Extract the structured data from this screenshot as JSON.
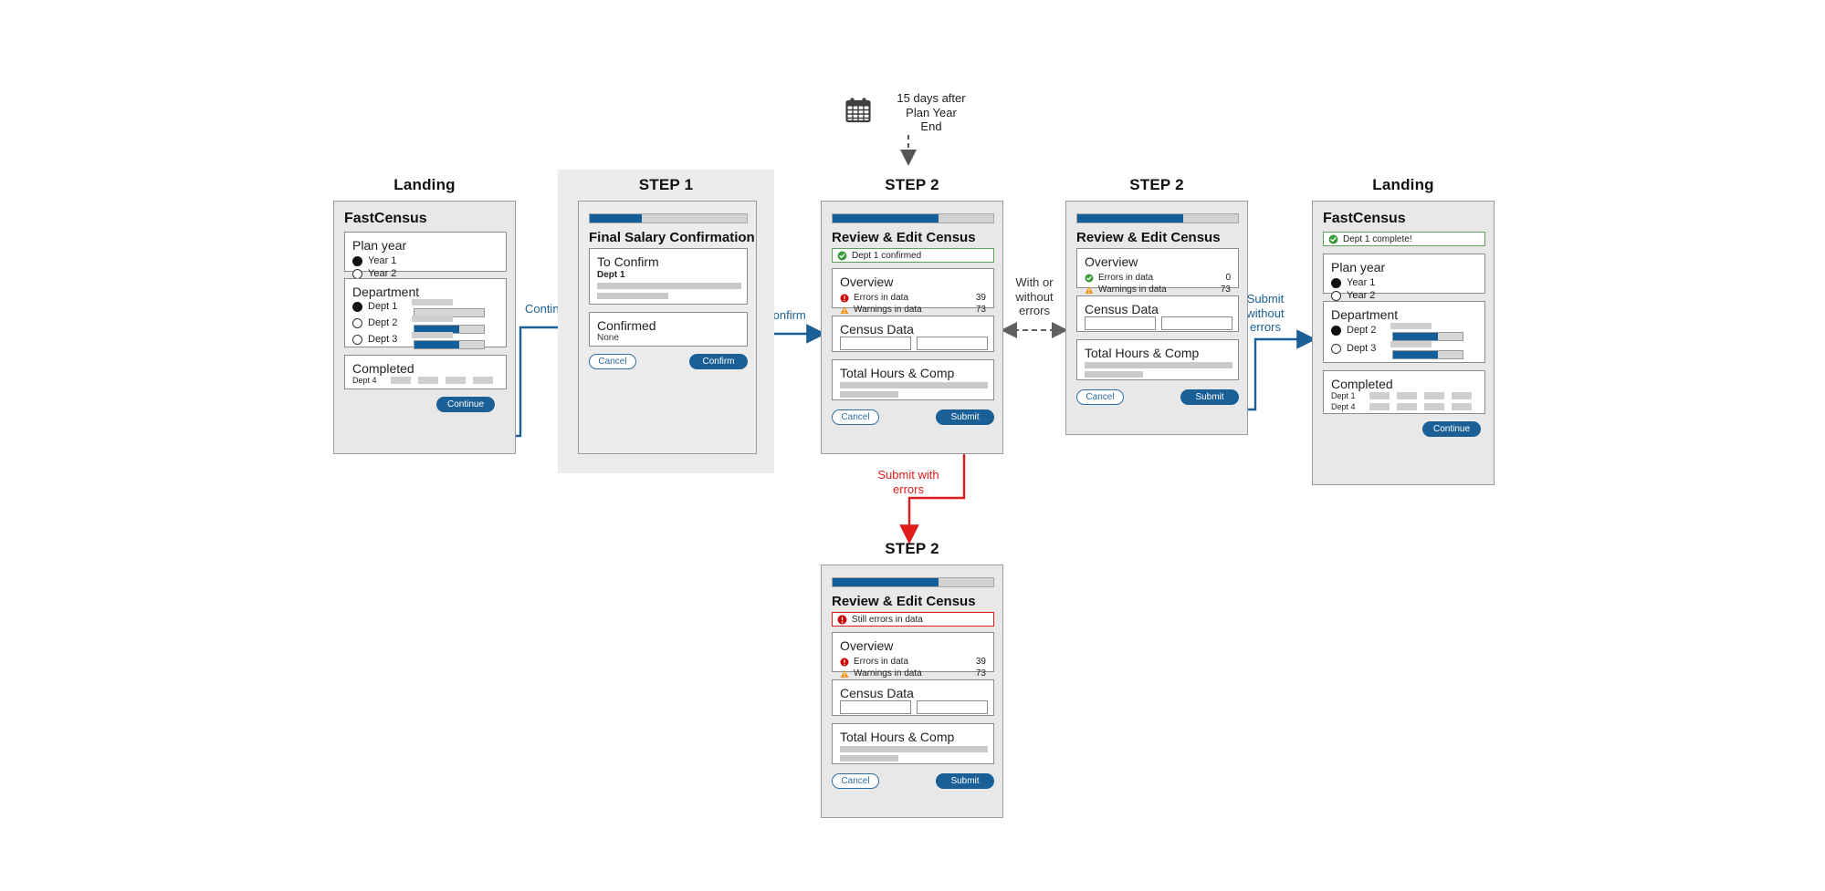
{
  "diagram": {
    "calendar_note": "15 days after\nPlan Year\nEnd",
    "calendar_line1": "15 days after",
    "calendar_line2": "Plan Year",
    "calendar_line3": "End"
  },
  "flow_labels": {
    "continue": "Continue",
    "confirm": "Confirm",
    "with_or_without_errors_l1": "With or",
    "with_or_without_errors_l2": "without",
    "with_or_without_errors_l3": "errors",
    "submit_without_errors_l1": "Submit",
    "submit_without_errors_l2": "without",
    "submit_without_errors_l3": "errors",
    "submit_with_errors_l1": "Submit with",
    "submit_with_errors_l2": "errors"
  },
  "colors": {
    "brand_blue": "#115E9B",
    "button_blue": "#1a5f96",
    "error_red": "#e01b1b",
    "warning_orange": "#f0951a",
    "success_green": "#3a9a3a",
    "screen_bg": "#e8e8e8",
    "placeholder_gray": "#cfcfcf"
  },
  "screens": {
    "landing_start": {
      "step_title": "Landing",
      "app_title": "FastCensus",
      "plan_year": {
        "title": "Plan year",
        "options": [
          {
            "label": "Year 1",
            "selected": true
          },
          {
            "label": "Year 2",
            "selected": false
          }
        ]
      },
      "department": {
        "title": "Department",
        "options": [
          {
            "label": "Dept 1",
            "selected": true,
            "progress": 0
          },
          {
            "label": "Dept 2",
            "selected": false,
            "progress": 65
          },
          {
            "label": "Dept 3",
            "selected": false,
            "progress": 65
          }
        ]
      },
      "completed": {
        "title": "Completed",
        "rows": [
          "Dept 4"
        ]
      },
      "primary_button": "Continue"
    },
    "step1": {
      "step_title": "STEP 1",
      "progress_percent": 33,
      "heading": "Final Salary Confirmation",
      "to_confirm": {
        "title": "To Confirm",
        "item": "Dept 1"
      },
      "confirmed": {
        "title": "Confirmed",
        "value": "None"
      },
      "cancel_button": "Cancel",
      "confirm_button": "Confirm"
    },
    "step2_with_errors": {
      "step_title": "STEP 2",
      "progress_percent": 66,
      "heading": "Review & Edit Census Data",
      "banner": {
        "text": "Dept 1 confirmed",
        "type": "success",
        "icon": "check-circle-icon"
      },
      "overview": {
        "title": "Overview",
        "rows": [
          {
            "icon": "error-icon",
            "label": "Errors in data",
            "value": "39"
          },
          {
            "icon": "warning-icon",
            "label": "Warnings in data",
            "value": "73"
          }
        ]
      },
      "census_data": {
        "title": "Census Data",
        "field_left": "",
        "field_right": ""
      },
      "total_hours": {
        "title": "Total Hours & Comp"
      },
      "cancel_button": "Cancel",
      "submit_button": "Submit"
    },
    "step2_no_errors": {
      "step_title": "STEP 2",
      "progress_percent": 66,
      "heading": "Review & Edit Census Data",
      "overview": {
        "title": "Overview",
        "rows": [
          {
            "icon": "check-circle-icon",
            "label": "Errors in data",
            "value": "0"
          },
          {
            "icon": "warning-icon",
            "label": "Warnings in data",
            "value": "73"
          }
        ]
      },
      "census_data": {
        "title": "Census Data",
        "field_left": "",
        "field_right": ""
      },
      "total_hours": {
        "title": "Total Hours & Comp"
      },
      "cancel_button": "Cancel",
      "submit_button": "Submit"
    },
    "step2_still_errors": {
      "step_title": "STEP 2",
      "progress_percent": 66,
      "heading": "Review & Edit Census Data",
      "banner": {
        "text": "Still errors in data",
        "type": "error",
        "icon": "error-icon"
      },
      "overview": {
        "title": "Overview",
        "rows": [
          {
            "icon": "error-icon",
            "label": "Errors in data",
            "value": "39"
          },
          {
            "icon": "warning-icon",
            "label": "Warnings in data",
            "value": "73"
          }
        ]
      },
      "census_data": {
        "title": "Census Data",
        "field_left": "",
        "field_right": ""
      },
      "total_hours": {
        "title": "Total Hours & Comp"
      },
      "cancel_button": "Cancel",
      "submit_button": "Submit"
    },
    "landing_end": {
      "step_title": "Landing",
      "app_title": "FastCensus",
      "banner": {
        "text": "Dept 1 complete!",
        "type": "success",
        "icon": "check-circle-icon"
      },
      "plan_year": {
        "title": "Plan year",
        "options": [
          {
            "label": "Year 1",
            "selected": true
          },
          {
            "label": "Year 2",
            "selected": false
          }
        ]
      },
      "department": {
        "title": "Department",
        "options": [
          {
            "label": "Dept 2",
            "selected": true,
            "progress": 65
          },
          {
            "label": "Dept 3",
            "selected": false,
            "progress": 65
          }
        ]
      },
      "completed": {
        "title": "Completed",
        "rows": [
          "Dept 1",
          "Dept 4"
        ]
      },
      "primary_button": "Continue"
    }
  }
}
